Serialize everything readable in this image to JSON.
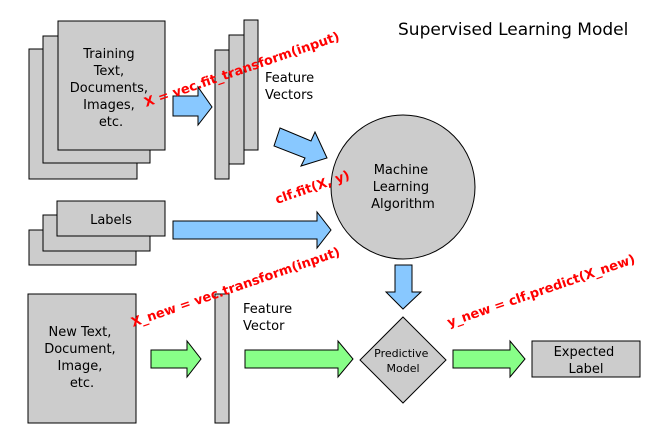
{
  "title": "Supervised Learning Model",
  "training_box": [
    "Training",
    "Text,",
    "Documents,",
    "Images,",
    "etc."
  ],
  "feature_vectors_label": [
    "Feature",
    "Vectors"
  ],
  "labels_box": "Labels",
  "ml_algorithm": [
    "Machine",
    "Learning",
    "Algorithm"
  ],
  "new_text_box": [
    "New Text,",
    "Document,",
    "Image,",
    "etc."
  ],
  "feature_vector_label": [
    "Feature",
    "Vector"
  ],
  "predictive_model": [
    "Predictive",
    "Model"
  ],
  "expected_label": [
    "Expected",
    "Label"
  ],
  "code": {
    "vec_fit": "X = vec.fit_transform(input)",
    "clf_fit": "clf.fit(X, y)",
    "vec_transform": "X_new = vec.transform(input)",
    "clf_predict": "y_new = clf.predict(X_new)"
  },
  "colors": {
    "box_fill": "#cccccc",
    "training_arrow": "#88c8ff",
    "predict_arrow": "#88ff88",
    "code_text": "#ff0000"
  }
}
